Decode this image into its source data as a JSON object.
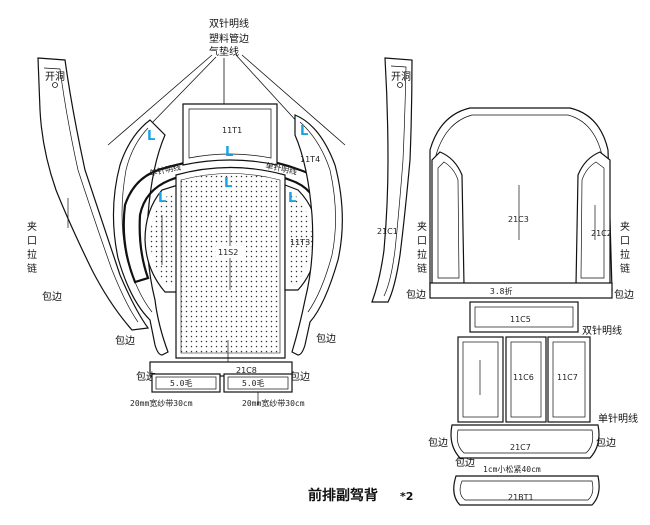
{
  "title": "前排副驾背",
  "title_qty": "*2",
  "top_note": [
    "双针明线",
    "塑料管边",
    "气垫线"
  ],
  "labels": {
    "kaidong": "开洞",
    "jiakou": [
      "夹",
      "口",
      "拉",
      "链"
    ],
    "baobian": "包边",
    "shuangzhen": "双针明线",
    "danzhen": "单针明线",
    "danzhen_small": "单针明线",
    "L": "L",
    "mao5": "5.0毛",
    "sha": "20mm宽纱带30cm",
    "songjin": "1cm小松紧40cm",
    "zhe": "3.8折"
  },
  "codes": {
    "t1": "11T1",
    "t4": "11T4",
    "t3": "11T3",
    "s2": "11S2",
    "c1": "21C1",
    "c2": "21C2",
    "c3": "21C3",
    "c5": "11C5",
    "c6": "11C6",
    "c7u": "11C7",
    "c7": "21C7",
    "c8": "21C8",
    "bt1": "21BT1"
  }
}
